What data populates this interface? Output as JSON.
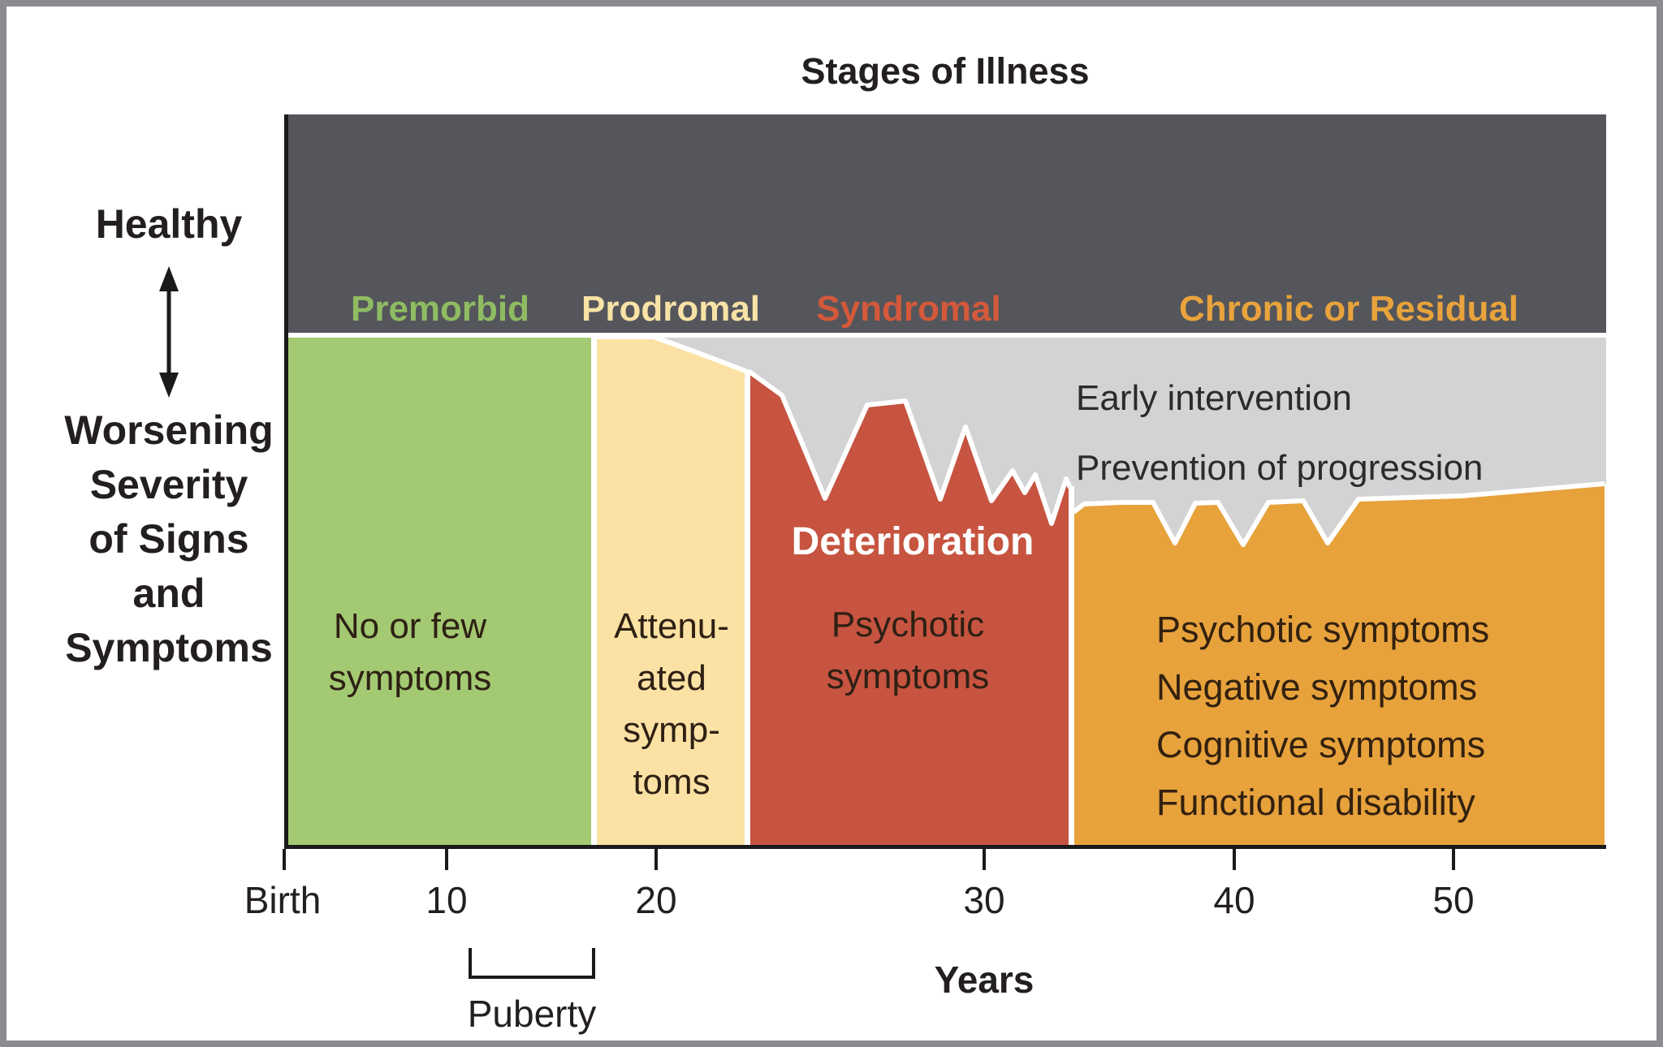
{
  "title": "Stages of Illness",
  "left_axis": {
    "healthy_label": "Healthy",
    "severity_label": "Worsening\nSeverity\nof Signs\nand\nSymptoms"
  },
  "stage_band": {
    "premorbid": {
      "label": "Premorbid",
      "color": "#8FBC62"
    },
    "prodromal": {
      "label": "Prodromal",
      "color": "#F8E2A5"
    },
    "syndromal": {
      "label": "Syndromal",
      "color": "#D4593B"
    },
    "chronic": {
      "label": "Chronic or Residual",
      "color": "#E9A33C"
    }
  },
  "regions": {
    "premorbid_text": "No or few\nsymptoms",
    "prodromal_text": "Attenu-\nated\nsymp-\ntoms",
    "syndromal_title": "Deterioration",
    "syndromal_text": "Psychotic\nsymptoms",
    "chronic_text": "Psychotic symptoms\nNegative symptoms\nCognitive symptoms\nFunctional disability",
    "gray_note": "Early intervention\nPrevention of progression"
  },
  "x_axis": {
    "ticks": [
      "Birth",
      "10",
      "20",
      "30",
      "40",
      "50"
    ],
    "axis_label": "Years",
    "puberty_label": "Puberty"
  },
  "colors": {
    "band_bg": "#54565B",
    "gray_region": "#D2D3D5",
    "green_region": "#A3C972",
    "cream_region": "#FBE2A4",
    "red_region": "#C65440",
    "orange_region": "#E7A23C",
    "deterioration_text": "#FFFFFF",
    "axis_line": "#1A1A1A",
    "text_dark": "#231F20",
    "frame_border": "#8A8C8F"
  },
  "chart_data": {
    "type": "staged-area-schematic",
    "x_axis_label": "Years",
    "x_ticks": [
      "Birth",
      "10",
      "20",
      "30",
      "40",
      "50"
    ],
    "y_axis_concept": "Severity of signs and symptoms (Healthy at top, worsening downward)",
    "stages": [
      {
        "name": "Premorbid",
        "approx_years": "Birth-17",
        "description": "No or few symptoms"
      },
      {
        "name": "Prodromal",
        "approx_years": "17-23",
        "description": "Attenuated symptoms"
      },
      {
        "name": "Syndromal",
        "approx_years": "23-33",
        "description": "Deterioration; psychotic symptoms (fluctuating severity)"
      },
      {
        "name": "Chronic or Residual",
        "approx_years": "33-57",
        "description": "Psychotic symptoms, negative symptoms, cognitive symptoms, functional disability"
      }
    ],
    "annotations": [
      "Early intervention",
      "Prevention of progression",
      "Puberty bracket spans roughly ages 11-17"
    ]
  }
}
